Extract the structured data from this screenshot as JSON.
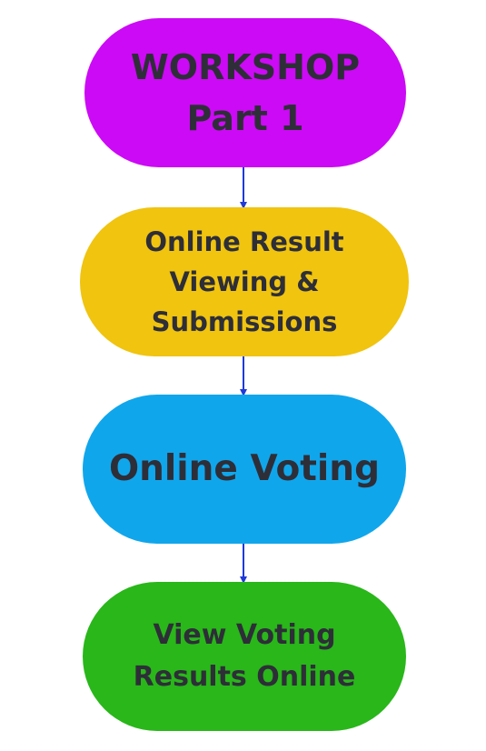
{
  "flowchart": {
    "nodes": [
      {
        "id": "workshop",
        "lines": [
          "WORKSHOP",
          "Part 1"
        ],
        "color": "#cc0af5"
      },
      {
        "id": "online-result",
        "lines": [
          "Online Result",
          "Viewing &",
          "Submissions"
        ],
        "color": "#f0c40f"
      },
      {
        "id": "online-voting",
        "lines": [
          "Online Voting"
        ],
        "color": "#10a6ec"
      },
      {
        "id": "view-results",
        "lines": [
          "View Voting",
          "Results Online"
        ],
        "color": "#29b71a"
      }
    ],
    "edges": [
      {
        "from": "workshop",
        "to": "online-result"
      },
      {
        "from": "online-result",
        "to": "online-voting"
      },
      {
        "from": "online-voting",
        "to": "view-results"
      }
    ],
    "arrow_color": "#1f3ad8",
    "text_color": "#2e2e38"
  }
}
